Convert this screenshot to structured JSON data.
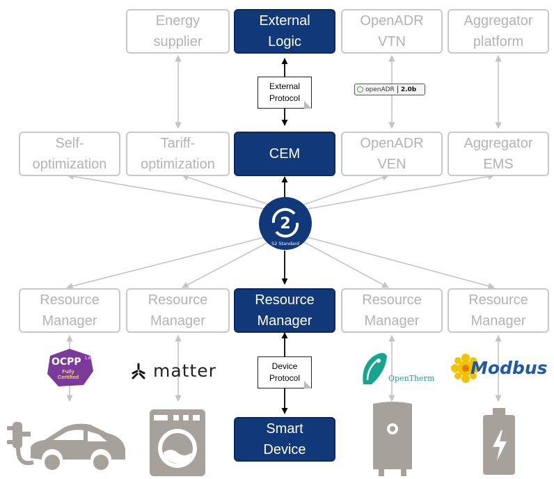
{
  "top_row": {
    "energy_supplier": "Energy\nsupplier",
    "external_logic": "External\nLogic",
    "openadr_vtn": "OpenADR\nVTN",
    "aggregator_platform": "Aggregator\nplatform"
  },
  "middle_row": {
    "self_optimization": "Self-\noptimization",
    "tariff_optimization": "Tariff-\noptimization",
    "cem": "CEM",
    "openadr_ven": "OpenADR\nVEN",
    "aggregator_ems": "Aggregator\nEMS"
  },
  "rm_row": {
    "rm1": "Resource\nManager",
    "rm2": "Resource\nManager",
    "rm3": "Resource\nManager",
    "rm4": "Resource\nManager",
    "rm5": "Resource\nManager"
  },
  "smart_device": "Smart\nDevice",
  "notes": {
    "external_protocol": "External\nProtocol",
    "device_protocol": "Device\nProtocol"
  },
  "logos": {
    "s2_caption": "S2 Standard",
    "s2_glyph": "2",
    "openadr_badge": "openADR",
    "openadr_version": "2.0b",
    "ocpp": "OCPP",
    "ocpp_version": "1.6",
    "ocpp_cert": "Fully\nCertified",
    "matter": "matter",
    "opentherm": "OpenTherm",
    "modbus": "Modbus"
  },
  "colors": {
    "brand_blue": "#11397a",
    "inactive_border": "#c8c8c8",
    "inactive_text": "#b3b3b3",
    "device_gray": "#a6a19a"
  }
}
